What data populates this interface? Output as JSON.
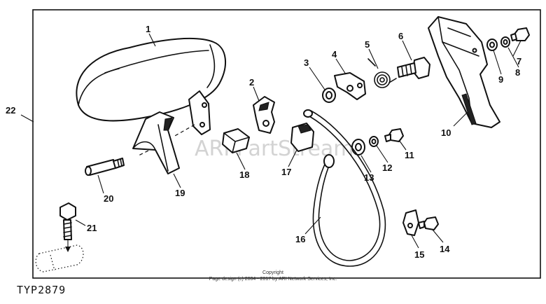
{
  "diagram": {
    "callouts": {
      "c1": "1",
      "c2": "2",
      "c3": "3",
      "c4": "4",
      "c5": "5",
      "c6": "6",
      "c7": "7",
      "c8": "8",
      "c9": "9",
      "c10": "10",
      "c11": "11",
      "c12": "12",
      "c13": "13",
      "c14": "14",
      "c15": "15",
      "c16": "16",
      "c17": "17",
      "c18": "18",
      "c19": "19",
      "c20": "20",
      "c21": "21",
      "c22": "22"
    },
    "watermark": "ARI PartStream",
    "copyright_line1": "Copyright",
    "copyright_line2": "Page design (c) 2004 - 2017 by ARI Network Services, Inc.",
    "figure_code": "TYP2879"
  }
}
